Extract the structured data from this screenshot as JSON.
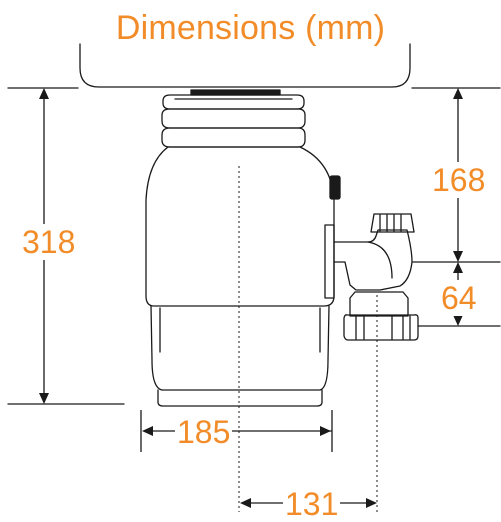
{
  "title": "Dimensions (mm)",
  "accent_color": "#f28c28",
  "line_color": "#1a1a1a",
  "dimensions": {
    "height_total": "318",
    "height_to_inlet": "168",
    "inlet_to_outlet": "64",
    "width_body": "185",
    "outlet_offset": "131"
  }
}
